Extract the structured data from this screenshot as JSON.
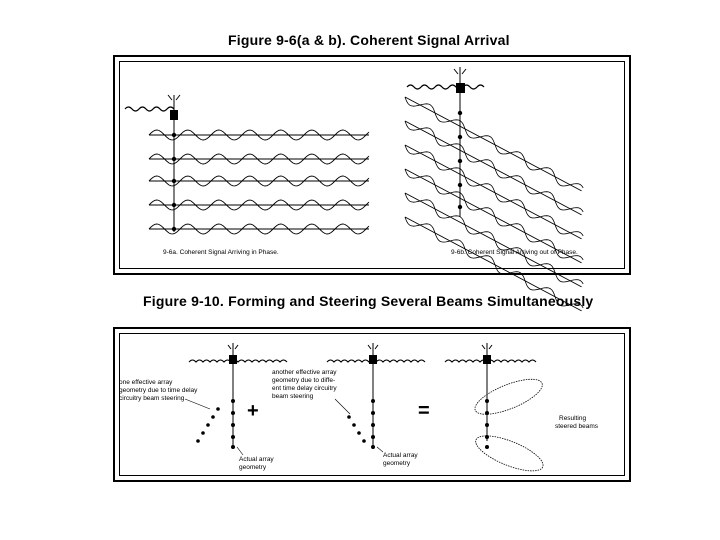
{
  "figure1": {
    "title": "Figure 9-6(a & b).  Coherent Signal Arrival",
    "caption_a": "9-6a.  Coherent Signal Arriving in Phase.",
    "caption_b": "9-6b.  Coherent Signal Arriving out of Phase."
  },
  "figure2": {
    "title": "Figure 9-10.  Forming and Steering Several Beams Simultaneously",
    "label_one_effective": [
      "one effective array",
      "geometry due to time delay",
      "circuitry beam steering"
    ],
    "label_actual_1": [
      "Actual array",
      "geometry"
    ],
    "label_another_effective": [
      "another effective array",
      "geometry due to diffe-",
      "ent time delay circuitry",
      "beam steering"
    ],
    "label_actual_2": [
      "Actual array",
      "geometry"
    ],
    "label_resulting": [
      "Resulting",
      "steered beams"
    ],
    "plus_sign": "+",
    "equals_sign": "="
  }
}
